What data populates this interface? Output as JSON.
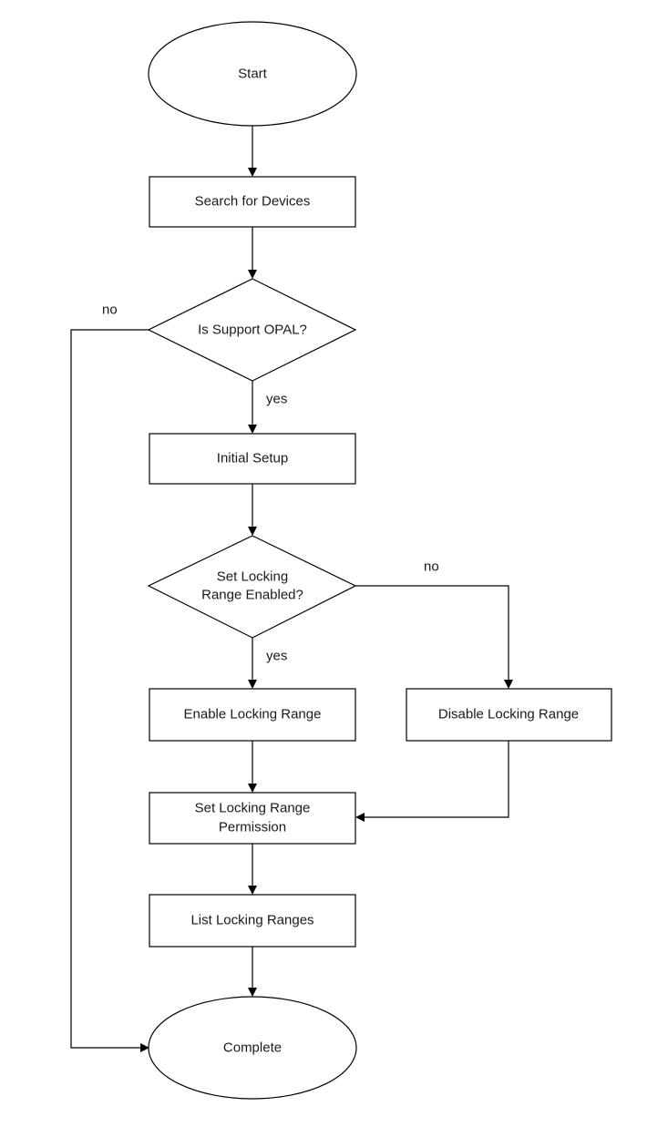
{
  "nodes": {
    "start": "Start",
    "search": "Search for Devices",
    "opal": "Is Support OPAL?",
    "setup": "Initial Setup",
    "lr_enabled": [
      "Set Locking",
      "Range Enabled?"
    ],
    "enable": "Enable Locking Range",
    "disable": "Disable Locking Range",
    "permission": [
      "Set Locking Range",
      "Permission"
    ],
    "list": "List Locking Ranges",
    "complete": "Complete"
  },
  "edges": {
    "opal_no": "no",
    "opal_yes": "yes",
    "lr_no": "no",
    "lr_yes": "yes"
  }
}
